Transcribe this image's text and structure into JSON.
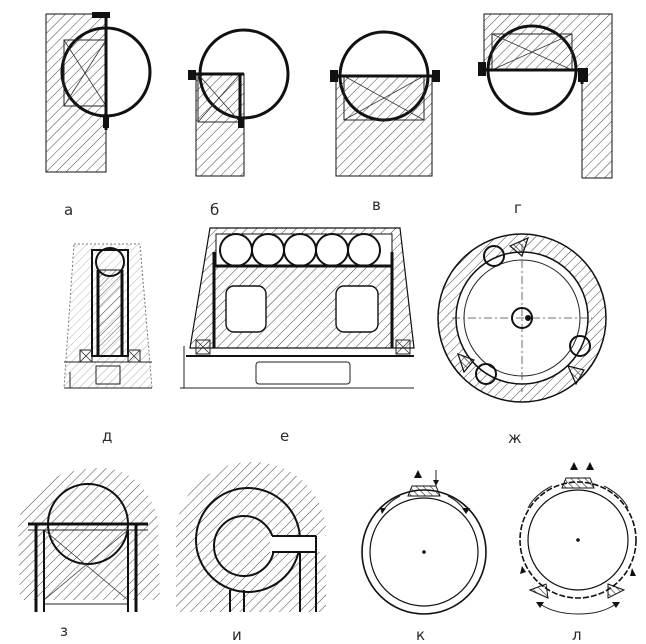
{
  "labels": {
    "a": "а",
    "b": "б",
    "v": "в",
    "g": "г",
    "d": "д",
    "e": "е",
    "zh": "ж",
    "z": "з",
    "i": "и",
    "k": "к",
    "l": "л"
  },
  "colors": {
    "ink": "#111111",
    "paper": "#ffffff"
  }
}
